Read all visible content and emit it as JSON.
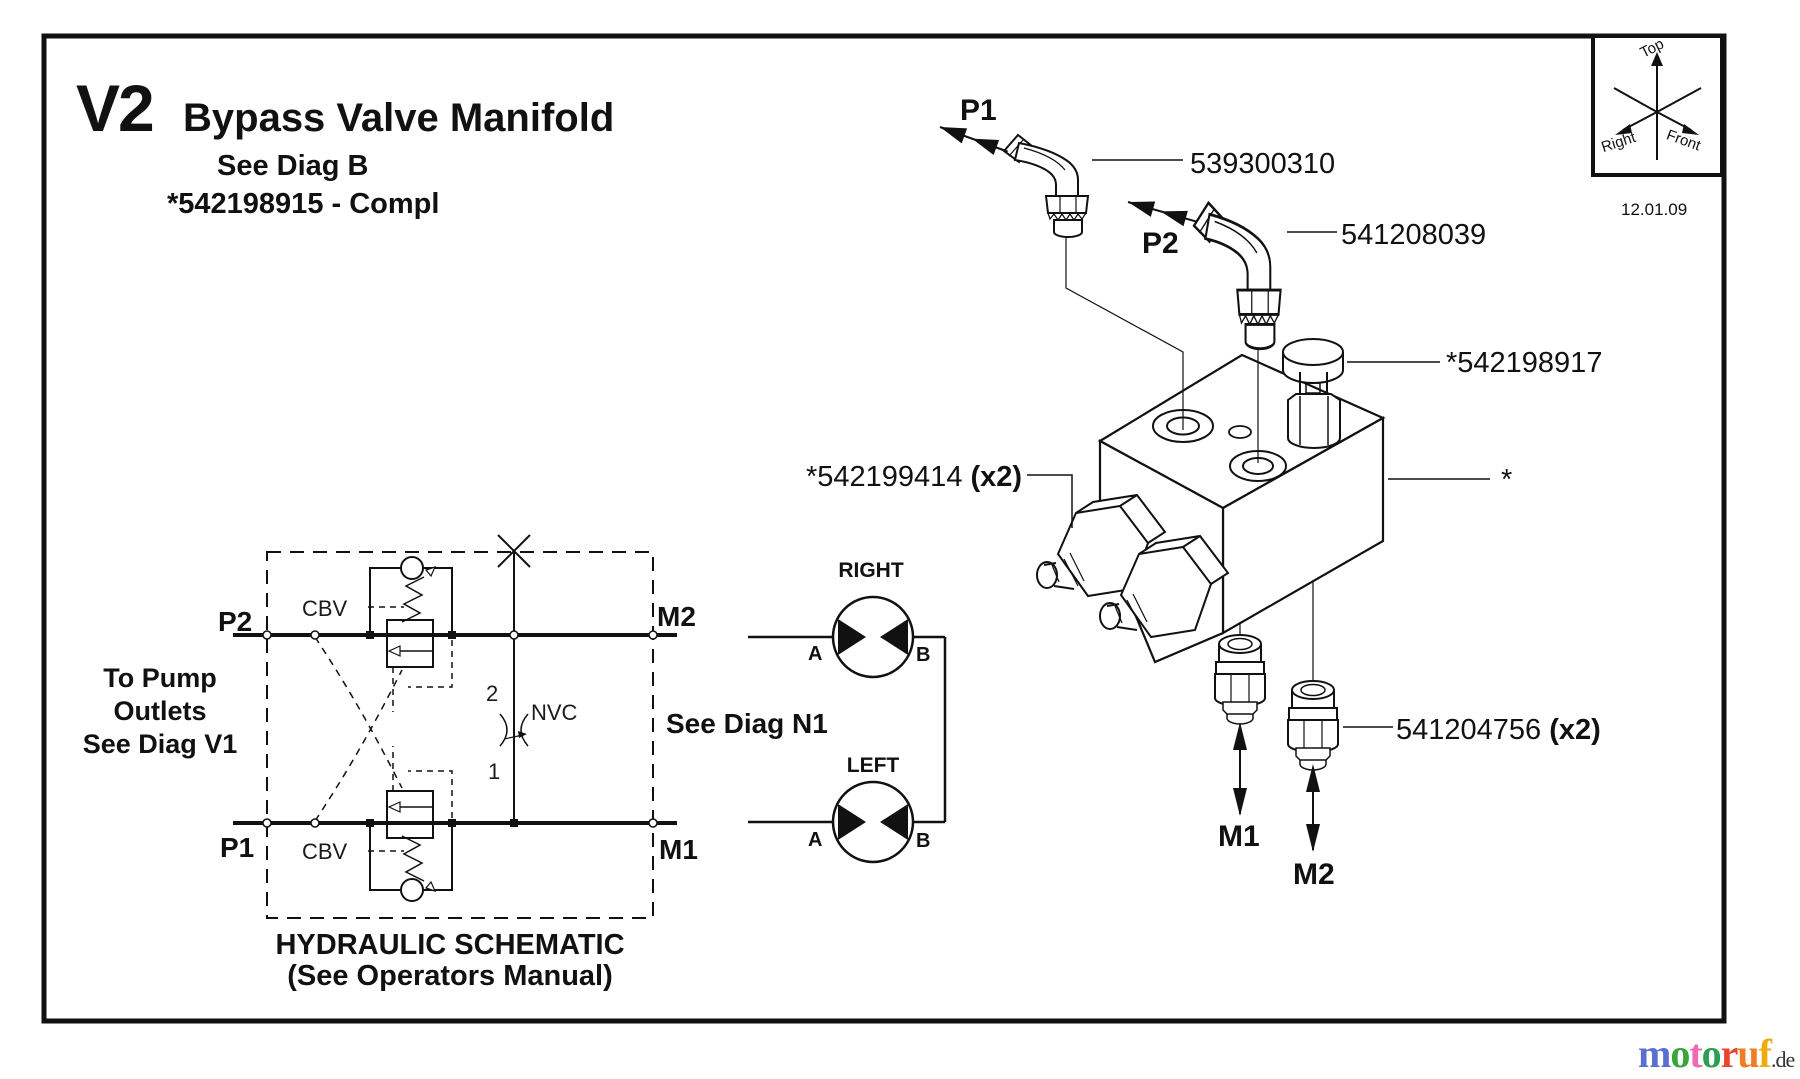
{
  "header": {
    "code": "V2",
    "title": "Bypass Valve Manifold",
    "see_diag": "See Diag B",
    "complete_ref": "*542198915 - Compl"
  },
  "compass": {
    "axis_top": "Top",
    "axis_right": "Right",
    "axis_front": "Front",
    "date": "12.01.09"
  },
  "schematic": {
    "caption1": "HYDRAULIC SCHEMATIC",
    "caption2": "(See Operators Manual)",
    "pump_note1": "To Pump",
    "pump_note2": "Outlets",
    "pump_note3": "See Diag V1",
    "see_diag_n1": "See Diag N1",
    "p1": "P1",
    "p2": "P2",
    "m1": "M1",
    "m2": "M2",
    "cbv_upper": "CBV",
    "cbv_lower": "CBV",
    "nvc": "NVC",
    "port2_num": "2",
    "port1_num": "1",
    "motor_right": "RIGHT",
    "motor_left": "LEFT",
    "port_a": "A",
    "port_b": "B"
  },
  "illustration": {
    "p1": "P1",
    "p2": "P2",
    "m1": "M1",
    "m2": "M2",
    "part_elbow_p1": "539300310",
    "part_elbow_p2": "541208039",
    "part_cap": "*542198917",
    "part_plug": "*542199414",
    "part_plug_qty": "(x2)",
    "part_connector": "541204756",
    "part_connector_qty": "(x2)",
    "asterisk": "*"
  },
  "footer": {
    "letters": [
      {
        "ch": "m",
        "color": "#5b6fd0"
      },
      {
        "ch": "o",
        "color": "#3aa53a"
      },
      {
        "ch": "t",
        "color": "#ee6bb2"
      },
      {
        "ch": "o",
        "color": "#2f9e55"
      },
      {
        "ch": "r",
        "color": "#e8452f"
      },
      {
        "ch": "u",
        "color": "#f07d22"
      },
      {
        "ch": "f",
        "color": "#eeaa11"
      }
    ],
    "suffix": ".de"
  }
}
